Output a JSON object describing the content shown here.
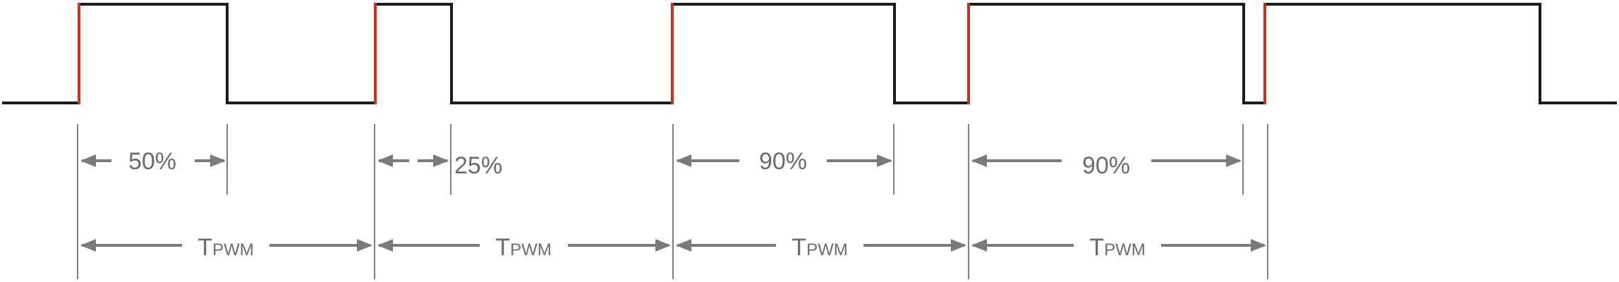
{
  "duty_cycles": [
    {
      "label": "50%",
      "value": 0.5
    },
    {
      "label": "25%",
      "value": 0.25
    },
    {
      "label": "90%",
      "value": 0.9
    },
    {
      "label": "90%",
      "value": 0.9
    }
  ],
  "period_label": {
    "main": "T",
    "subscript": "PWM"
  },
  "colors": {
    "signal": "#1a1a1a",
    "rising_edge": "#c8321e",
    "dimension": "#7a7a7a",
    "guide": "#555555"
  }
}
